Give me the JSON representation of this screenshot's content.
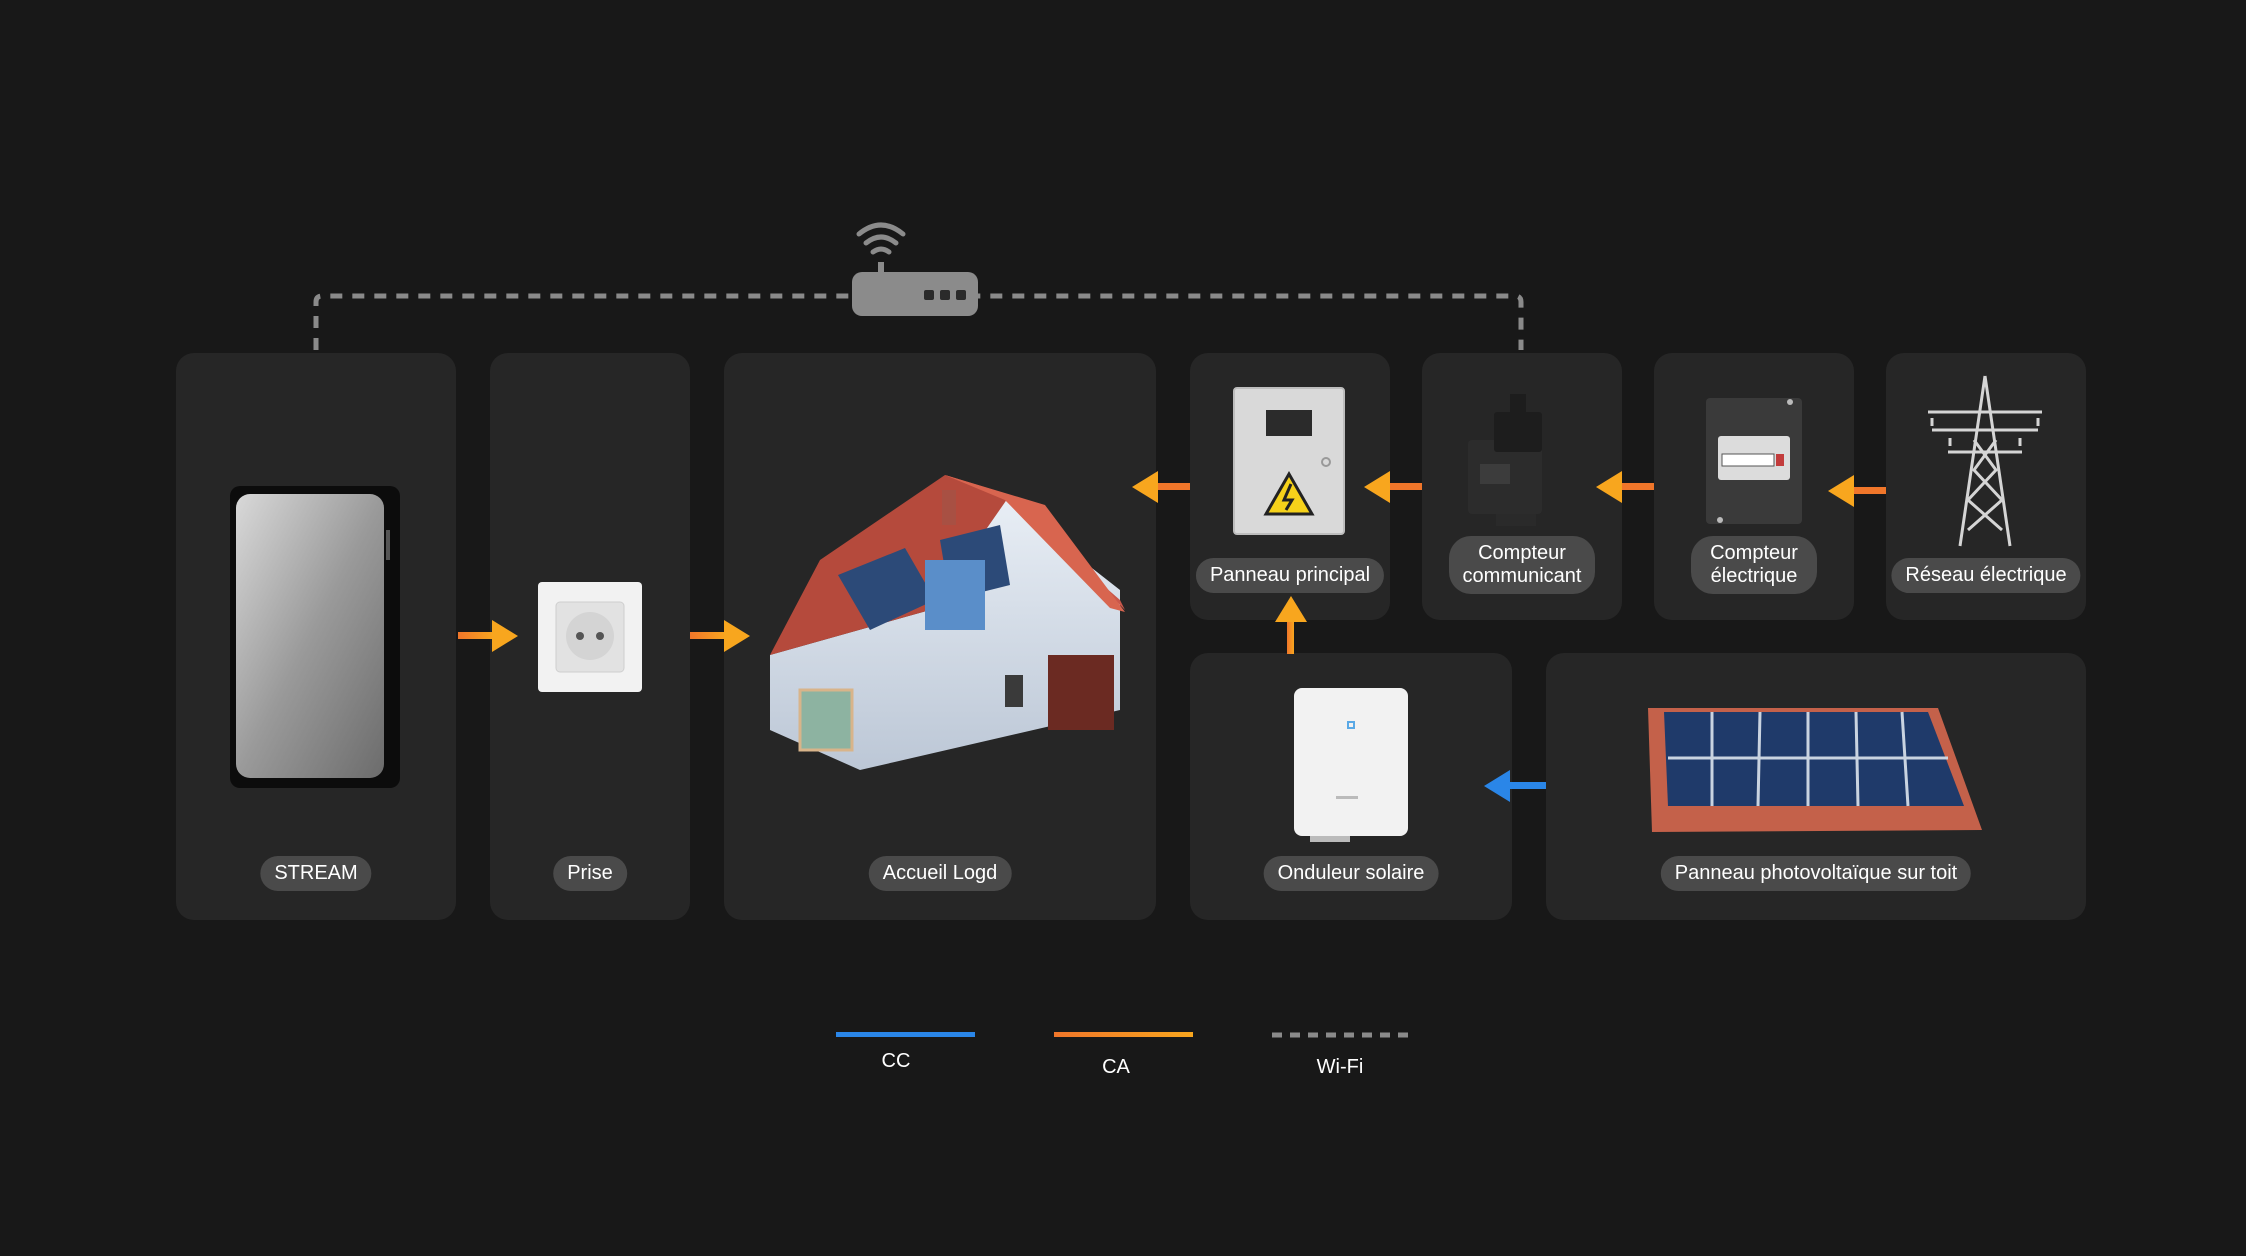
{
  "nodes": {
    "stream": "STREAM",
    "prise": "Prise",
    "accueil": "Accueil Logd",
    "panneau_principal": "Panneau principal",
    "compteur_communicant": "Compteur communicant",
    "compteur_electrique": "Compteur électrique",
    "reseau": "Réseau électrique",
    "onduleur": "Onduleur solaire",
    "photovoltaique": "Panneau photovoltaïque sur toit"
  },
  "legend": {
    "cc": "CC",
    "ca": "CA",
    "wifi": "Wi-Fi"
  },
  "colors": {
    "cc": "#2a86e8",
    "ca_start": "#f0762a",
    "ca_end": "#f8a61e",
    "wifi": "#8a8a8a"
  },
  "icons": [
    "router-icon",
    "wifi-icon",
    "battery-icon",
    "socket-icon",
    "house-icon",
    "electrical-panel-icon",
    "smart-meter-icon",
    "electric-meter-icon",
    "pylon-icon",
    "inverter-icon",
    "solar-panel-icon"
  ]
}
